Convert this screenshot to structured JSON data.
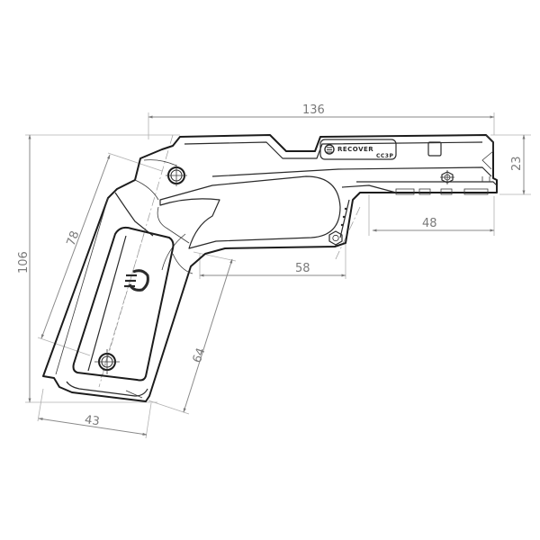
{
  "drawing": {
    "subject": "Pistol grip frame technical drawing",
    "brand_label": "RECOVER",
    "model_label": "CC3P",
    "units": "mm",
    "colors": {
      "background": "#ffffff",
      "outline": "#1c1c1c",
      "dimension": "#8a8a8a",
      "dimension_text": "#7a7a7a"
    }
  },
  "dimensions": {
    "overall_length": {
      "value": "136",
      "orientation": "horizontal-top"
    },
    "overall_height": {
      "value": "106",
      "orientation": "vertical-left"
    },
    "rail_height": {
      "value": "23",
      "orientation": "vertical-right"
    },
    "rail_length": {
      "value": "48",
      "orientation": "horizontal"
    },
    "trigger_reach": {
      "value": "58",
      "orientation": "horizontal"
    },
    "grip_length_back": {
      "value": "78",
      "orientation": "angled-left"
    },
    "grip_length_front": {
      "value": "64",
      "orientation": "angled-right"
    },
    "grip_base_width": {
      "value": "43",
      "orientation": "angled-bottom"
    }
  }
}
